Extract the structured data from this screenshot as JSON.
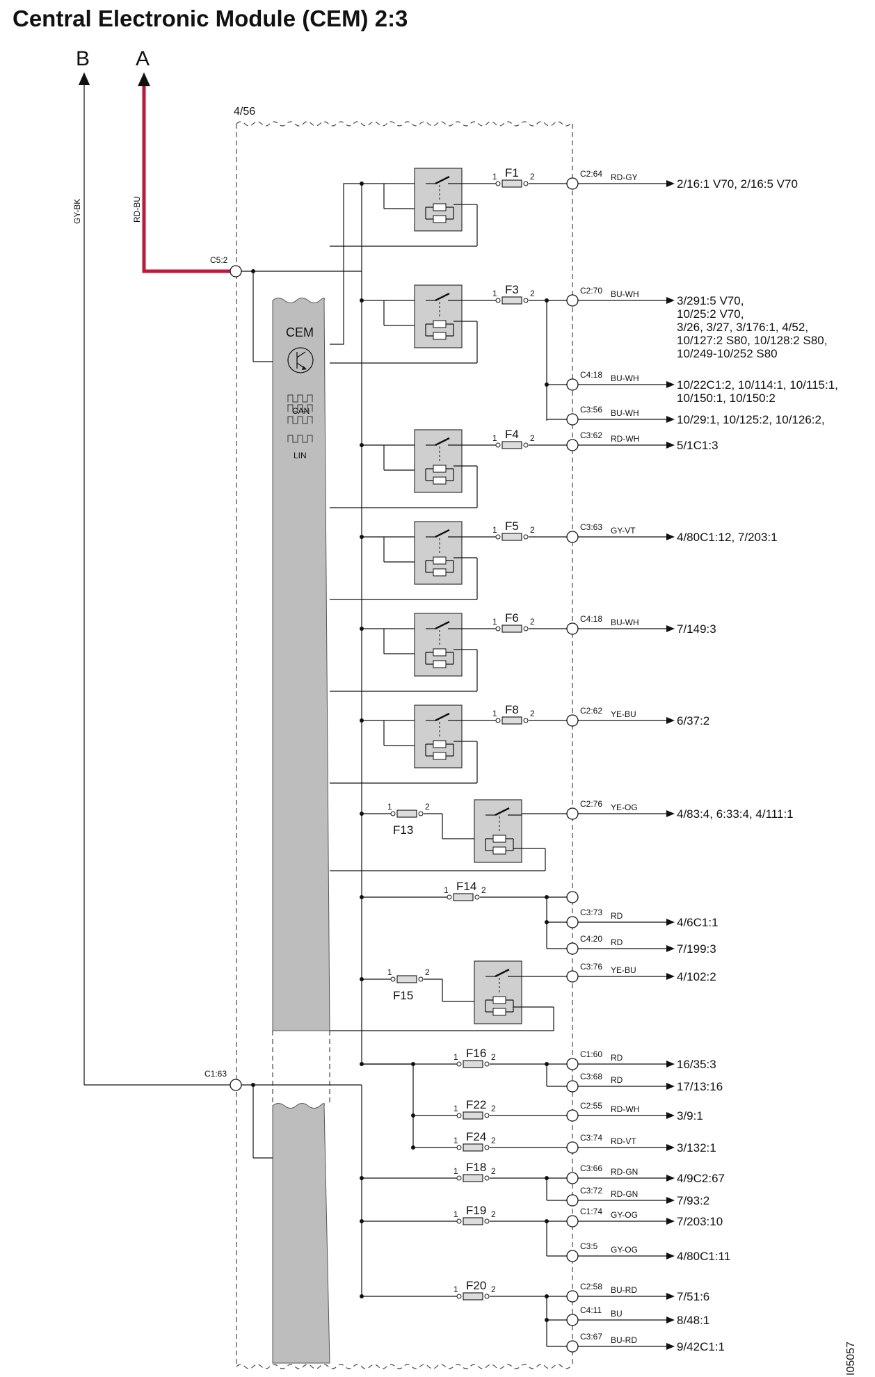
{
  "title": "Central Electronic Module (CEM) 2:3",
  "module_ref": "4/56",
  "module_label": "CEM",
  "bus_labels": [
    "CAN",
    "LIN"
  ],
  "arrows": [
    {
      "label": "B",
      "wire_color": "GY-BK",
      "connector": "C1:63"
    },
    {
      "label": "A",
      "wire_color": "RD-BU",
      "connector": "C5:2"
    }
  ],
  "feed_wire_color_hex": "#c0173a",
  "relay_circuits": [
    {
      "fuse": "F1",
      "connector": "C2:64",
      "wire": "RD-GY",
      "dest": [
        "2/16:1 V70, 2/16:5 V70"
      ]
    },
    {
      "fuse": "F3",
      "connector": "C2:70",
      "wire": "BU-WH",
      "dest": [
        "3/291:5 V70,",
        "10/25:2 V70,",
        "3/26, 3/27, 3/176:1, 4/52,",
        "10/127:2 S80, 10/128:2 S80,",
        "10/249-10/252 S80"
      ]
    },
    {
      "fuse": "F4",
      "connector": "C3:62",
      "wire": "RD-WH",
      "dest": [
        "5/1C1:3"
      ]
    },
    {
      "fuse": "F5",
      "connector": "C3:63",
      "wire": "GY-VT",
      "dest": [
        "4/80C1:12, 7/203:1"
      ]
    },
    {
      "fuse": "F6",
      "connector": "C4:18",
      "wire": "BU-WH",
      "dest": [
        "7/149:3"
      ]
    },
    {
      "fuse": "F8",
      "connector": "C2:62",
      "wire": "YE-BU",
      "dest": [
        "6/37:2"
      ]
    },
    {
      "fuse": "F13",
      "connector": "C2:76",
      "wire": "YE-OG",
      "dest": [
        "4/83:4, 6:33:4, 4/111:1"
      ]
    },
    {
      "fuse": "F15",
      "connector": "C3:76",
      "wire": "YE-BU",
      "dest": [
        "4/102:2"
      ]
    }
  ],
  "extra_outputs": [
    {
      "connector": "C4:18",
      "wire": "BU-WH",
      "dest": [
        "10/22C1:2, 10/114:1, 10/115:1,",
        "10/150:1, 10/150:2"
      ]
    },
    {
      "connector": "C3:56",
      "wire": "BU-WH",
      "dest": [
        "10/29:1, 10/125:2, 10/126:2,"
      ]
    },
    {
      "connector": "C3:73",
      "wire": "RD",
      "dest": [
        "4/6C1:1"
      ]
    },
    {
      "connector": "C4:20",
      "wire": "RD",
      "dest": [
        "7/199:3"
      ]
    },
    {
      "connector": "C3:68",
      "wire": "RD",
      "dest": [
        "17/13:16"
      ]
    },
    {
      "connector": "C3:72",
      "wire": "RD-GN",
      "dest": [
        "7/93:2"
      ]
    },
    {
      "connector": "C3:5",
      "wire": "GY-OG",
      "dest": [
        "4/80C1:11"
      ]
    },
    {
      "connector": "C4:11",
      "wire": "BU",
      "dest": [
        "8/48:1"
      ]
    },
    {
      "connector": "C3:67",
      "wire": "BU-RD",
      "dest": [
        "9/42C1:1"
      ]
    }
  ],
  "fuse_circuits": [
    {
      "fuse": "F14",
      "connector": "",
      "wire": "",
      "dest": []
    },
    {
      "fuse": "F16",
      "connector": "C1:60",
      "wire": "RD",
      "dest": [
        "16/35:3"
      ]
    },
    {
      "fuse": "F22",
      "connector": "C2:55",
      "wire": "RD-WH",
      "dest": [
        "3/9:1"
      ]
    },
    {
      "fuse": "F24",
      "connector": "C3:74",
      "wire": "RD-VT",
      "dest": [
        "3/132:1"
      ]
    },
    {
      "fuse": "F18",
      "connector": "C3:66",
      "wire": "RD-GN",
      "dest": [
        "4/9C2:67"
      ]
    },
    {
      "fuse": "F19",
      "connector": "C1:74",
      "wire": "GY-OG",
      "dest": [
        "7/203:10"
      ]
    },
    {
      "fuse": "F20",
      "connector": "C2:58",
      "wire": "BU-RD",
      "dest": [
        "7/51:6"
      ]
    }
  ],
  "pin_in": "1",
  "pin_out": "2",
  "figure_id": "I05057"
}
